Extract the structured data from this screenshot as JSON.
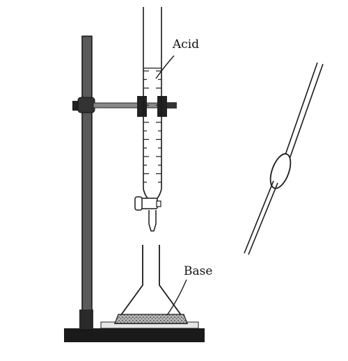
{
  "labels": {
    "acid": "Acid",
    "base": "Base"
  },
  "colors": {
    "ink": "#1a1a1a",
    "rod": "#555555",
    "base_fill": "#8a8a8a",
    "background": "#ffffff"
  },
  "burette": {
    "graduation_count": 14
  }
}
